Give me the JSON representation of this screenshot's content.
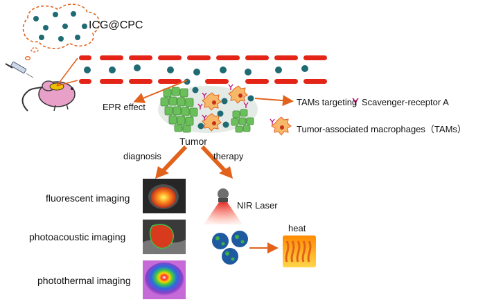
{
  "nanoparticle_label": "ICG@CPC",
  "epr_label": "EPR effect",
  "targeting_label": "TAMs targeting",
  "receptor_label": "Scavenger-receptor A",
  "tam_label": "Tumor-associated macrophages（TAMs）",
  "tumor_label": "Tumor",
  "diagnosis_label": "diagnosis",
  "therapy_label": "therapy",
  "receptor_symbol": "Y",
  "imaging": [
    {
      "label": "fluorescent imaging"
    },
    {
      "label": "photoacoustic imaging"
    },
    {
      "label": "photothermal imaging"
    }
  ],
  "laser_label": "NIR Laser",
  "heat_label": "heat",
  "colors": {
    "arrow": "#e2621b",
    "vessel": "#e32417",
    "particle": "#1f6b74",
    "tumor_cell": "#6bbf5a",
    "receptor": "#c2187a",
    "mouse": "#e8a0c8"
  }
}
